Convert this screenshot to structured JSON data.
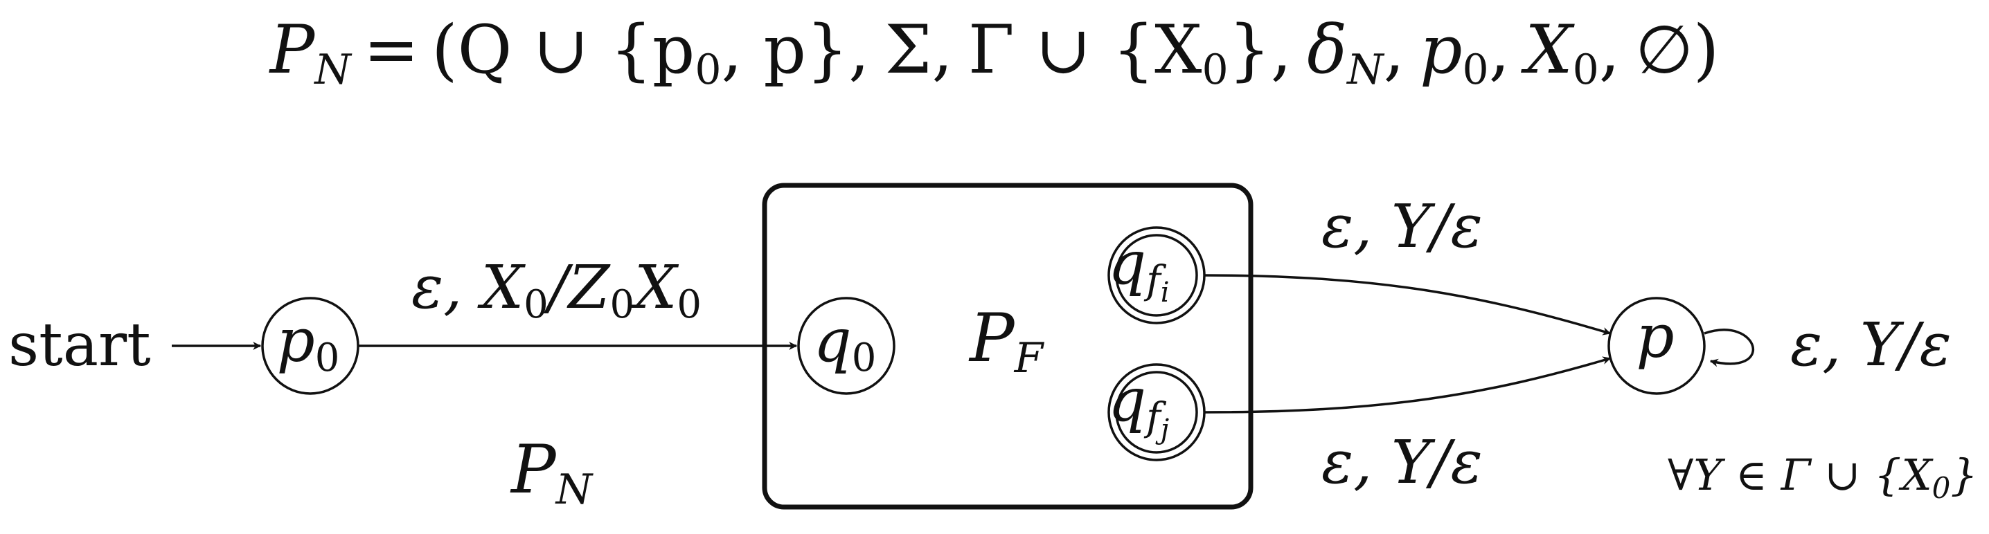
{
  "definition": {
    "lhs": "P",
    "lhs_sub": "N",
    "eq": "=",
    "q_part": "(Q ∪ {p",
    "q_part_sub": "0",
    "q_part_tail": ", p},",
    "sigma": "Σ,",
    "gamma": "Γ ∪ {X",
    "gamma_sub": "0",
    "gamma_tail": "},",
    "delta": "δ",
    "delta_sub": "N",
    "delta_tail": ",",
    "p0": "p",
    "p0_sub": "0",
    "p0_tail": ",",
    "x0": "X",
    "x0_sub": "0",
    "x0_tail": ",",
    "empty": "∅)"
  },
  "start_label": "start",
  "states": {
    "p0": {
      "name": "p",
      "sub": "0"
    },
    "q0": {
      "name": "q",
      "sub": "0"
    },
    "qfi": {
      "name": "q",
      "sub": "f",
      "subsub": "i"
    },
    "qfj": {
      "name": "q",
      "sub": "f",
      "subsub": "j"
    },
    "p": {
      "name": "p"
    }
  },
  "box_label": {
    "name": "P",
    "sub": "F"
  },
  "outer_label": {
    "name": "P",
    "sub": "N"
  },
  "transitions": {
    "init": {
      "a": "ε, X",
      "a_sub": "0",
      "b": "/Z",
      "b_sub": "0",
      "c": "X",
      "c_sub": "0"
    },
    "upper": "ε, Y/ε",
    "lower": "ε, Y/ε",
    "loop": "ε, Y/ε"
  },
  "condition": {
    "a": "∀Y ∈ Γ ∪ {X",
    "a_sub": "0",
    "b": "}"
  }
}
